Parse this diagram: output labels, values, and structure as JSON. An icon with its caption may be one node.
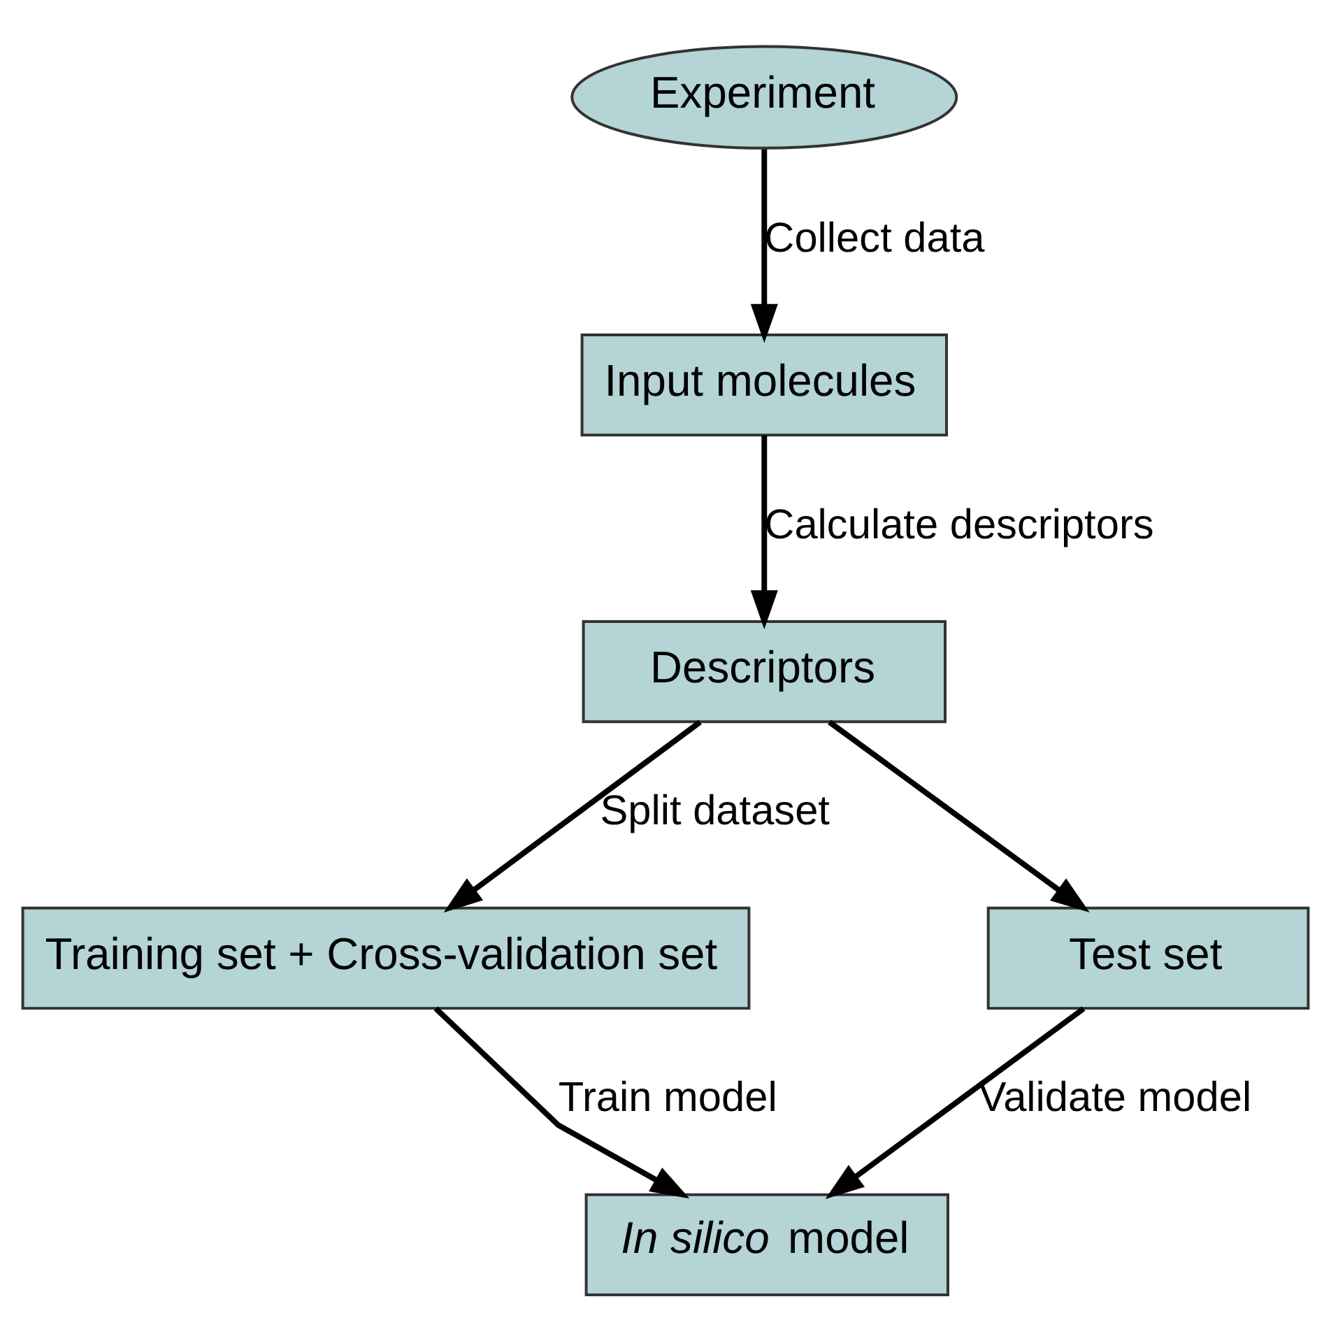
{
  "diagram": {
    "nodes": [
      {
        "text": [
          "Experiment"
        ]
      },
      {
        "text": [
          "Input molecules"
        ]
      },
      {
        "text": [
          "Descriptors"
        ]
      },
      {
        "text": [
          "Training set + Cross-validation set"
        ]
      },
      {
        "text": [
          "Test set"
        ]
      },
      {
        "text": [
          "*In silico* model"
        ]
      }
    ],
    "edges": [
      {
        "from": 0,
        "to": 1,
        "arrow": "to",
        "label": "Collect data"
      },
      {
        "from": 1,
        "to": 2,
        "arrow": "to",
        "label": "Calculate descriptors"
      },
      {
        "from": 2,
        "to": 3,
        "arrow": "to",
        "label": "Split dataset"
      },
      {
        "from": 2,
        "to": 4,
        "arrow": "to"
      },
      {
        "from": 3,
        "to": 5,
        "arrow": "to",
        "label": "Train model"
      },
      {
        "from": 4,
        "to": 5,
        "arrow": "to",
        "label": "Validate model"
      }
    ]
  }
}
